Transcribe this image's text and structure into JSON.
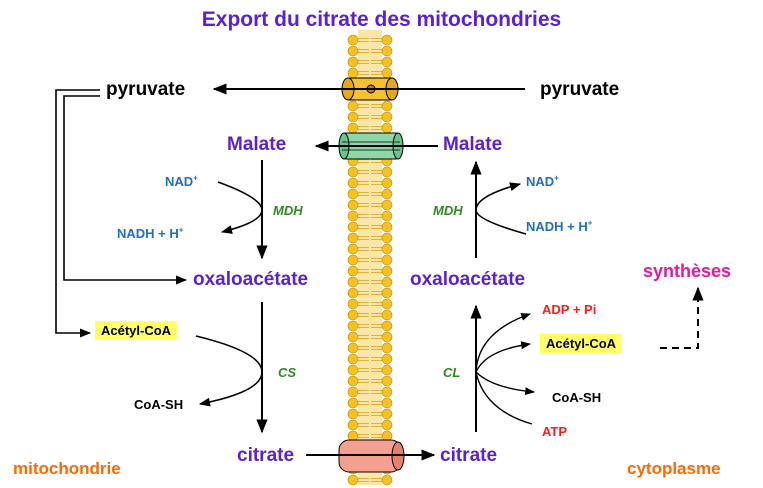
{
  "title": "Export du citrate des mitochondries",
  "compartments": {
    "left": "mitochondrie",
    "right": "cytoplasme"
  },
  "mitochondria": {
    "pyruvate": "pyruvate",
    "malate": "Malate",
    "oxaloacetate": "oxaloacétate",
    "acetyl_coa": "Acétyl-CoA",
    "coash": "CoA-SH",
    "citrate": "citrate",
    "nad": "NAD",
    "nadh": "NADH + H",
    "mdh": "MDH",
    "cs": "CS"
  },
  "cytoplasm": {
    "pyruvate": "pyruvate",
    "malate": "Malate",
    "oxaloacetate": "oxaloacétate",
    "acetyl_coa": "Acétyl-CoA",
    "coash": "CoA-SH",
    "citrate": "citrate",
    "nad": "NAD",
    "nadh": "NADH + H",
    "mdh": "MDH",
    "cl": "CL",
    "adp_pi": "ADP + Pi",
    "atp": "ATP",
    "syntheses": "synthèses"
  },
  "charge_sign": "+",
  "colors": {
    "title": "#5a1fd6",
    "metabolite": "#5a1fd6",
    "cofactor": "#1f6fc4",
    "enzyme": "#2e8b1f",
    "energy": "#ff1a1a",
    "compartment": "#ff6a00",
    "syntheses": "#e8189a",
    "highlight": "#ffff66",
    "membrane_head": "#f7c21e",
    "transporter_pyruvate": "#f2c234",
    "transporter_malate": "#8fd6a8",
    "transporter_citrate": "#f4a090"
  }
}
